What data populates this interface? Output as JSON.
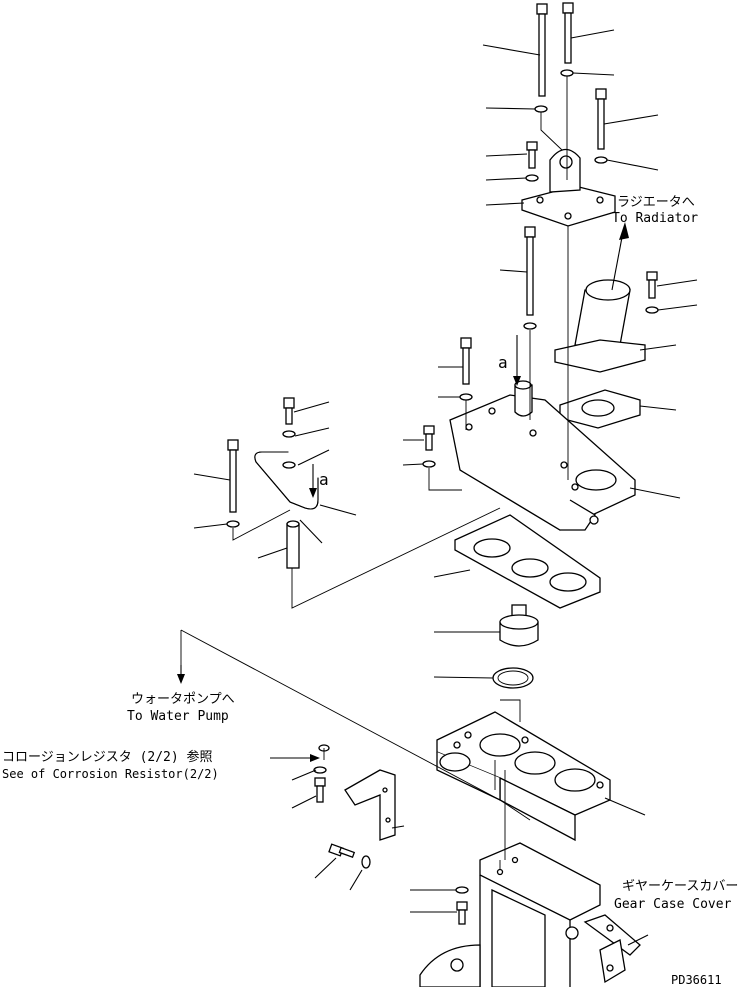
{
  "labels": {
    "radiator_jp": "ラジエータへ",
    "radiator_en": "To Radiator",
    "water_pump_jp": "ウォータポンプへ",
    "water_pump_en": "To Water Pump",
    "corrosion_jp": "コロージョンレジスタ (2/2) 参照",
    "corrosion_en": "See of Corrosion Resistor(2/2)",
    "gear_case_jp": "ギヤーケースカバー",
    "gear_case_en": "Gear Case Cover",
    "view_marker_a_top": "a",
    "view_marker_a_pipe": "a",
    "drawing_number": "PD36611"
  }
}
